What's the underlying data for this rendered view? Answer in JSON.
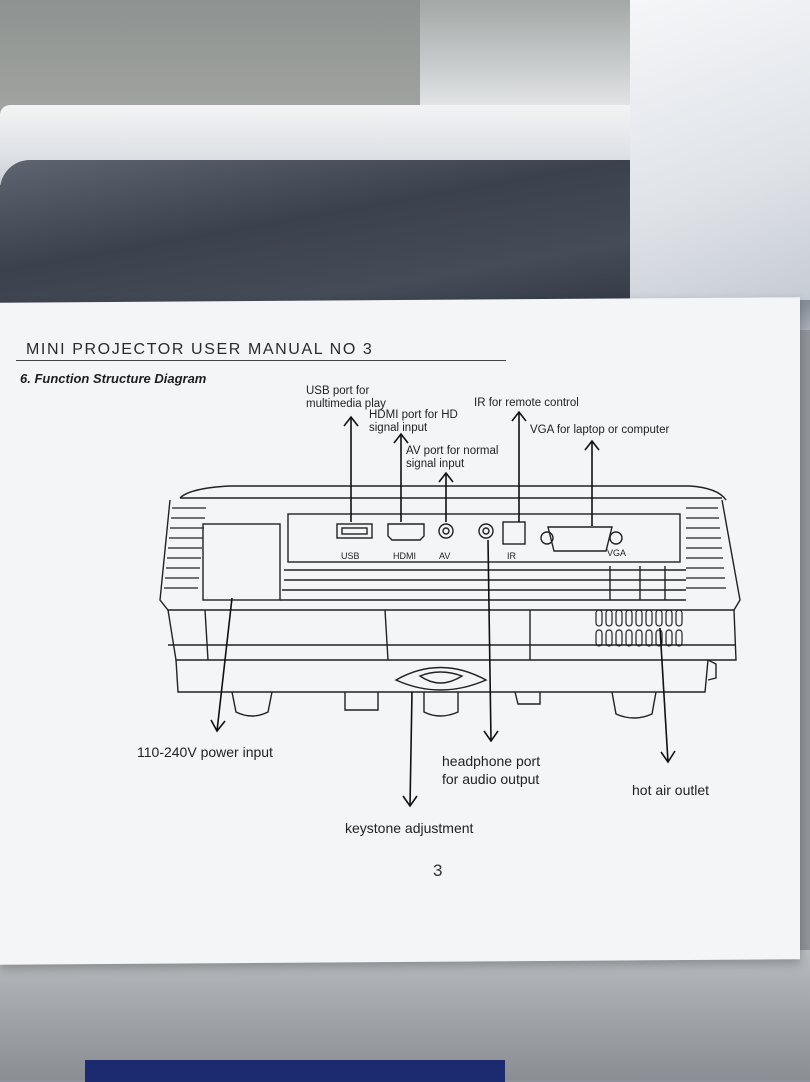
{
  "document": {
    "header_title": "MINI PROJECTOR USER MANUAL NO 3",
    "section_title": "6. Function Structure Diagram",
    "page_number": "3"
  },
  "callouts": {
    "usb": "USB port for\nmultimedia play",
    "hdmi": "HDMI port for HD\nsignal input",
    "av": "AV port for normal\nsignal input",
    "ir": "IR for remote control",
    "vga": "VGA for laptop or computer",
    "power": "110-240V power input",
    "headphone": "headphone port\nfor audio output",
    "hot_air": "hot air outlet",
    "keystone": "keystone adjustment"
  },
  "port_labels": {
    "usb": "USB",
    "hdmi": "HDMI",
    "av": "AV",
    "ir": "IR",
    "vga": "VGA"
  }
}
